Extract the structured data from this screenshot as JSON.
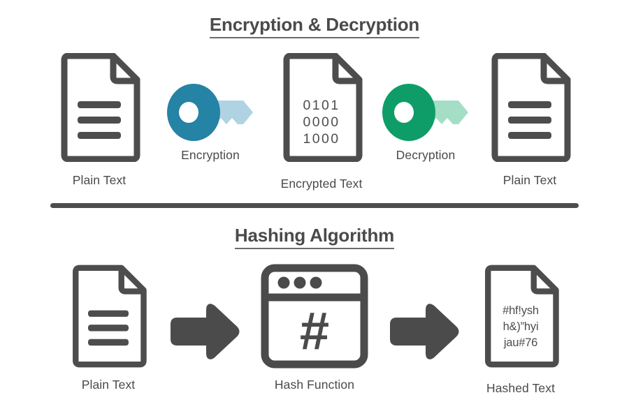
{
  "colors": {
    "ink": "#4d4d4d",
    "encryption_key_head": "#2583a5",
    "encryption_key_shaft": "#afd3e3",
    "decryption_key_head": "#0e9d68",
    "decryption_key_shaft": "#a5dec6",
    "background": "#ffffff"
  },
  "encryption_section": {
    "title": "Encryption & Decryption",
    "nodes": {
      "plain_text_in": {
        "icon": "document-icon",
        "caption": "Plain Text"
      },
      "encryption_key": {
        "icon": "key-icon",
        "caption": "Encryption"
      },
      "encrypted_text": {
        "icon": "document-icon",
        "caption": "Encrypted Text",
        "lines": [
          "0101",
          "0000",
          "1000"
        ]
      },
      "decryption_key": {
        "icon": "key-icon",
        "caption": "Decryption"
      },
      "plain_text_out": {
        "icon": "document-icon",
        "caption": "Plain Text"
      }
    }
  },
  "hashing_section": {
    "title": "Hashing Algorithm",
    "nodes": {
      "plain_text": {
        "icon": "document-icon",
        "caption": "Plain Text"
      },
      "arrow_one": {
        "icon": "arrow-right-icon"
      },
      "hash_function": {
        "icon": "browser-window-icon",
        "caption": "Hash Function",
        "symbol": "#"
      },
      "arrow_two": {
        "icon": "arrow-right-icon"
      },
      "hashed_text": {
        "icon": "document-icon",
        "caption": "Hashed Text",
        "lines": [
          "#hf!ysh",
          "h&)”hyi",
          "jau#76"
        ]
      }
    }
  }
}
